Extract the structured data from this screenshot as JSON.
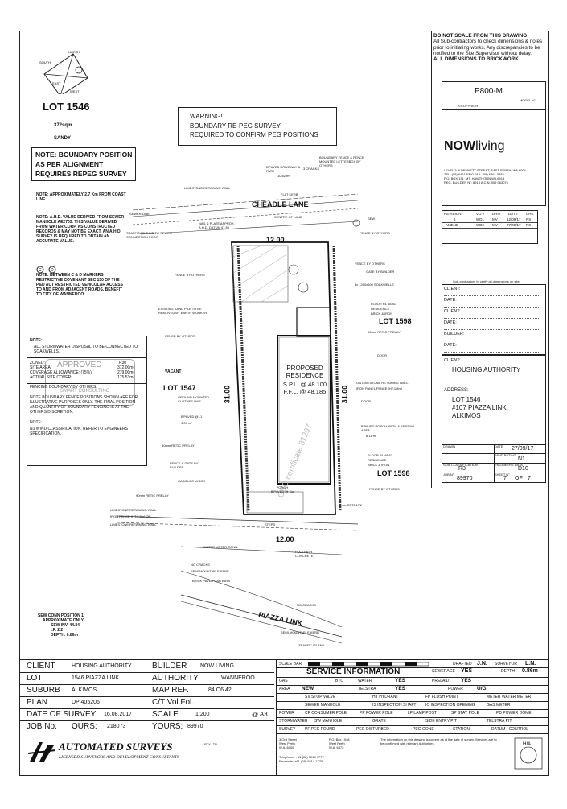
{
  "lot": {
    "title": "LOT 1546",
    "area": "372sqm",
    "soil": "SANDY"
  },
  "note_boundary": [
    "NOTE: BOUNDARY POSITION",
    "AS PER ALIGNMENT",
    "REQUIRES REPEG SURVEY"
  ],
  "notes_left": [
    "NOTE: APPROXIMATELY 2.7 Km FROM COAST LINE",
    "NOTE: A.H.D. VALUE DERIVED FROM SEWER MANHOLE AE2703. THIS VALUE DERIVED FROM WATER CORP. AS CONSTRUCTED RECORDS & MAY NOT BE EXACT. AN A.H.D. SURVEY IS REQUIRED TO OBTAIN AN ACCURATE VALUE.",
    "NOTE: BETWEEN C & D MARKERS RESTRICTIVE COVENANT SEC 150 OF THE P&D ACT RESTRICTED VEHICULAR ACCESS TO AND FROM ADJACENT ROADS. BENEFIT TO CITY OF WANNEROO"
  ],
  "note_box": {
    "title": "NOTE:",
    "lines": [
      "ALL STORMWATER DISPOSAL TO BE CONNECTED TO SOAKWELLS.",
      "FENCING BOUNDARY BY OTHERS.",
      "NOTE BOUNDARY FENCE POSITIONS SHOWN ARE FOR ILLUSTRATIVE PURPOSES ONLY. THE FINAL POSITION AND QUANTITY OF BOUNDARY FENCING IS AT THE OTHERS DISCRETION."
    ],
    "zoned_label": "ZONED:",
    "zoned_value": "R30",
    "site_area_label": "SITE AREA:",
    "site_area_value": "372.00m²",
    "coverage_label": "COVERAGE ALLOWANCE: (75%)",
    "coverage_value": "279.00m²",
    "actual_label": "ACTUAL SITE COVER:",
    "actual_value": "175.53m²",
    "wind_title": "NOTE:",
    "wind": "N1 WIND CLASSIFICATION. REFER TO ENGINEERS SPECIFICATION."
  },
  "stamp": {
    "word": "APPROVED",
    "firm": "SMART CONSULTING"
  },
  "sewer_note": [
    "SEW CONN POSITION 1",
    "APPROXIMATE ONLY",
    "SEW INV. 44.84",
    "I.P. 2.2",
    "DEPTH. 0.86m"
  ],
  "warning": [
    "WARNING!",
    "BOUNDARY RE-PEG SURVEY",
    "REQUIRED TO CONFIRM PEG POSITIONS"
  ],
  "plan": {
    "street_top": "CHEADLE LANE",
    "street_bottom": "PIAZZA LINK",
    "residence": [
      "PROPOSED",
      "RESIDENCE",
      "S.P.L. @ 48.100",
      "F.F.L. @ 48.185"
    ],
    "lot_vacant": "LOT 1547",
    "vacant": "VACANT",
    "lot_right_top": "LOT 1598",
    "lot_right_bottom": "LOT 1598",
    "floor_rl_top": [
      "FLOOR RL 48.81",
      "RESIDENCE",
      "BRICK & IRON"
    ],
    "floor_rl_bottom": [
      "FLOOR RL 48.62",
      "RESIDENCE",
      "BRICK & IRON"
    ],
    "dim_top": "12.00",
    "dim_bottom": "12.00",
    "dim_left": "31.00",
    "dim_right": "31.00",
    "porch": [
      "PORCH",
      "B'PAVED @ -1c"
    ],
    "watermark": "GSC certificate 81297",
    "labels": {
      "sewer_line_top": "SEWER LINE",
      "centre_lane": "CENTRE OF LANE",
      "flat_kerb": "FLAT KERB",
      "limestone_wall": "LIMESTONE RETAINING WALL",
      "nail_plate": "NAIL & PLATE APPROX. A.H.D. DATUM 47.85",
      "trafficable": "TRAFFICABLE LID TO SEWER CONNECTION POINT",
      "fence_by_others": "FENCE BY OTHERS",
      "driveway": "B'PAVED DRIVEWAY & PATH",
      "driveway_area": "10.82 m²",
      "three_cracks": "3 CRACKS",
      "boundary_fence": "BOUNDARY FENCE & FENCE MOUNTED LETTERBOX BY OTHERS",
      "gate": "GATE BY BUILDER",
      "soakwells": "3x 1200x600 SOAKWELLS",
      "existing_sand": "EXISTING SAND PILE TO BE REMOVED BY EARTH WORKER",
      "retic_prelay": "90mm RETIC PRELAY",
      "ground_mounted": "GROUND MOUNTED CLOTHES LINE",
      "bpaved_1": "B'PAVED @ -1",
      "bpaved_area": "4.09 m²",
      "gas_elec": "GAS/ELEC M/BOX",
      "fence_gate": "FENCE & GATE BY BUILDER",
      "iron_fence_08": "IRON FENCE (HT.0.8m) ON",
      "iron_panel": "IRON PANEL FENCE (HT:1.8m)",
      "on_limestone": "ON LIMESTONE RETAINING WALL",
      "door": "DOOR",
      "bpaved_porch": "B'PAVED PORCH, PATH & SEATING AREA",
      "porch_area": "8.11 m²",
      "setback": "4m SETBACK",
      "footpath": "FOOTPATH CONCRETE",
      "no_cracks": "NO CRACKS",
      "semi_kerb": "SEMI-MOUNTABLE KERB",
      "brick_bays": "BRICK PAVED CAR BAYS",
      "traffic_island": "TRAFFIC ISLAND",
      "parapet_wall": "PARAPET WALL ON LIMESTONE RETAINING WALL",
      "sew": "SEW",
      "steps": "STEPS",
      "water_meter": "WATER METER CONN."
    },
    "compass": {
      "north": "NORTH",
      "east": "EAST",
      "south": "SOUTH",
      "west": "WEST"
    }
  },
  "right_panel": {
    "disclaimer_title": "DO NOT SCALE FROM THIS DRAWING",
    "disclaimer": "All Sub-contractors to check dimensions & notes prior to initiating works. Any discrepancies to be notified to the Site Supervisor without delay.",
    "disclaimer_end": "ALL DIMENSIONS TO BRICKWORK.",
    "model": "P800-M",
    "model_label": "MODEL N°",
    "copyright": "©COPYRIGHT",
    "brand_bold": "NOW",
    "brand_light": "living",
    "address": [
      "LEVEL 3, 6 BENNETT STREET, EAST PERTH, WA 6004",
      "TEL: (08) 6461 5350   FAX: (08) 6461 5383",
      "P.O. BOX 131, MT. HAWTHORN WA 6915",
      "REG. BUILDER N°: 8915  A.C.N. 009 063076"
    ],
    "rev_headers": [
      "REVISION",
      "VO #",
      "DRN",
      "DATE",
      "CHK"
    ],
    "rev_rows": [
      [
        "1",
        "WD1",
        "MV",
        "12/09/17",
        "RS"
      ],
      [
        "AMEND",
        "WD2",
        "MV",
        "27/09/17",
        "RS"
      ]
    ],
    "subcontract": "Sub-contractors to verify all dimensions on site.",
    "sign": [
      "CLIENT:",
      "DATE:",
      "CLIENT:",
      "DATE:",
      "BUILDER:",
      "DATE:"
    ],
    "client_label": "CLIENT:",
    "client_value": "HOUSING AUTHORITY",
    "address_label": "ADDRESS:",
    "address_lines": [
      "LOT 1546",
      "#107 PIAZZA LINK,",
      "ALKIMOS"
    ],
    "date_label": "DATE",
    "date_value": "27/09/17",
    "wind_label": "WIND RATING",
    "wind_value": "N1",
    "drawn_label": "DRAWN",
    "drawn_value": "",
    "soil_label": "SOIL CLASSIFICATION",
    "soil_value": "R3",
    "eng_label": "ENGINEERS DATA",
    "eng_value": "D10",
    "job_label": "JOB N°",
    "job_value": "89970",
    "sheet_label": "SHEET N°",
    "sheet_value": "7",
    "of_label": "OF",
    "of_value": "7"
  },
  "title_block": {
    "client_label": "CLIENT",
    "client_value": "HOUSING AUTHORITY",
    "builder_label": "BUILDER",
    "builder_value": "NOW LIVING",
    "lot_label": "LOT",
    "lot_value": "1546 PIAZZA LINK",
    "authority_label": "AUTHORITY",
    "authority_value": "WANNEROO",
    "suburb_label": "SUBURB",
    "suburb_value": "ALKIMOS",
    "mapref_label": "MAP REF.",
    "mapref_value": "84 O6 42",
    "plan_label": "PLAN",
    "plan_value": "DP 405206",
    "ct_label": "C/T Vol.Fol.",
    "ct_value": "",
    "dos_label": "DATE OF SURVEY",
    "dos_value": "16.08.2017",
    "scale_label": "SCALE",
    "scale_value": "1:200",
    "sheet_size": "@ A3",
    "job_label": "JOB No.",
    "ours_label": "OURS:",
    "ours_value": "218073",
    "yours_label": "YOURS:",
    "yours_value": "89970",
    "company": "AUTOMATED SURVEYS",
    "company_suffix": "PTY LTD",
    "company_sub": "LICENSED SURVEYORS AND DEVELOPMENT CONSULTANTS",
    "office_left": [
      "3 Ord Street",
      "West Perth",
      "W.A. 6005"
    ],
    "office_right": [
      "P.O. Box 1048",
      "West Perth",
      "W.A. 6872"
    ],
    "phone": [
      "Telephone: +61 (08) 9214 1777",
      "Facsimile: +61 (08) 9214 1778"
    ],
    "disclaimer_small": "The information on this drawing is current as at the date of survey. Services are to be confirmed with relevant Authorities."
  },
  "service_info": {
    "scale_bar": "SCALE BAR",
    "title": "SERVICE INFORMATION",
    "drafted_label": "DRAFTED",
    "drafted_value": "J.N.",
    "surveyor_label": "SURVEYOR",
    "surveyor_value": "L.N.",
    "sewerage_label": "SEWERAGE",
    "sewerage_value": "YES",
    "depth_label": "DEPTH",
    "depth_value": "0.86m",
    "gas_label": "GAS",
    "btc_label": "BTC",
    "water_label": "WATER",
    "water_value": "YES",
    "prelaid_label": "PRELAID",
    "prelaid_value": "YES",
    "area_label": "AREA",
    "area_value": "NEW",
    "telstra_label": "TELSTRA",
    "telstra_value": "YES",
    "power_label": "POWER",
    "power_value": "U/G",
    "legend": [
      [
        "SV STOP VALVE",
        "HY HYDRANT",
        "FP FLUSH POINT",
        "METER WATER METER"
      ],
      [
        "SEWER MANHOLE",
        "IS INSPECTION SHAFT",
        "IO INSPECTION OPENING",
        "GAS METER"
      ],
      [
        "CP CONSUMER POLE",
        "PP POWER POLE",
        "LP LAMP POST",
        "SP STAY POLE",
        "PD POWER DOME"
      ],
      [
        "SW MANHOLE",
        "GRATE",
        "SIDE ENTRY PIT",
        "TELSTRA PIT"
      ],
      [
        "PF PEG FOUND",
        "PEG DISTURBED",
        "PEG GONE",
        "STATION",
        "DATUM / CONTROL"
      ]
    ],
    "row_labels": [
      "POWER",
      "STORMWATER",
      "SURVEY"
    ]
  }
}
